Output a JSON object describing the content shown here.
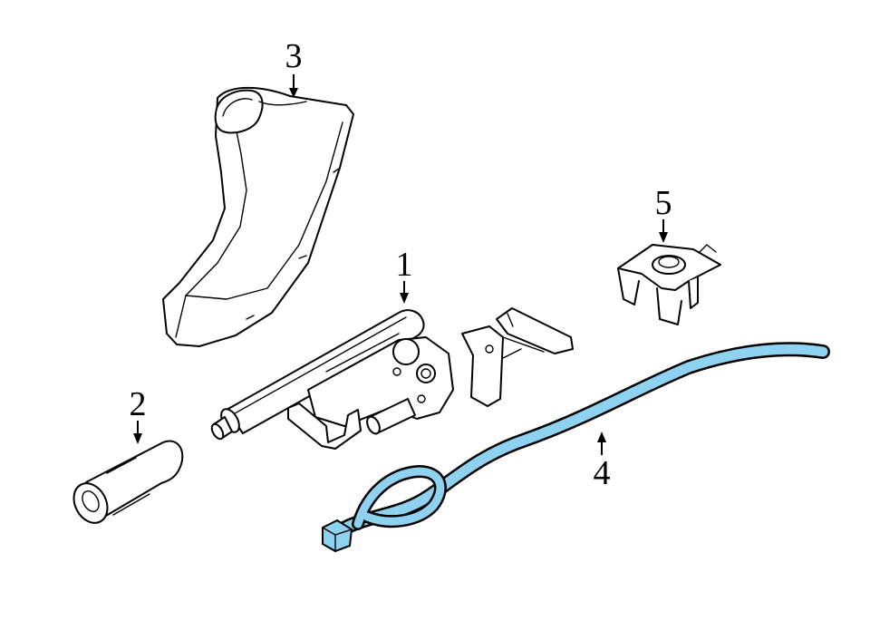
{
  "callouts": {
    "c1": "1",
    "c2": "2",
    "c3": "3",
    "c4": "4",
    "c5": "5"
  },
  "colors": {
    "line": "#000000",
    "cable_highlight": "#8ed2f0",
    "background": "#ffffff"
  }
}
